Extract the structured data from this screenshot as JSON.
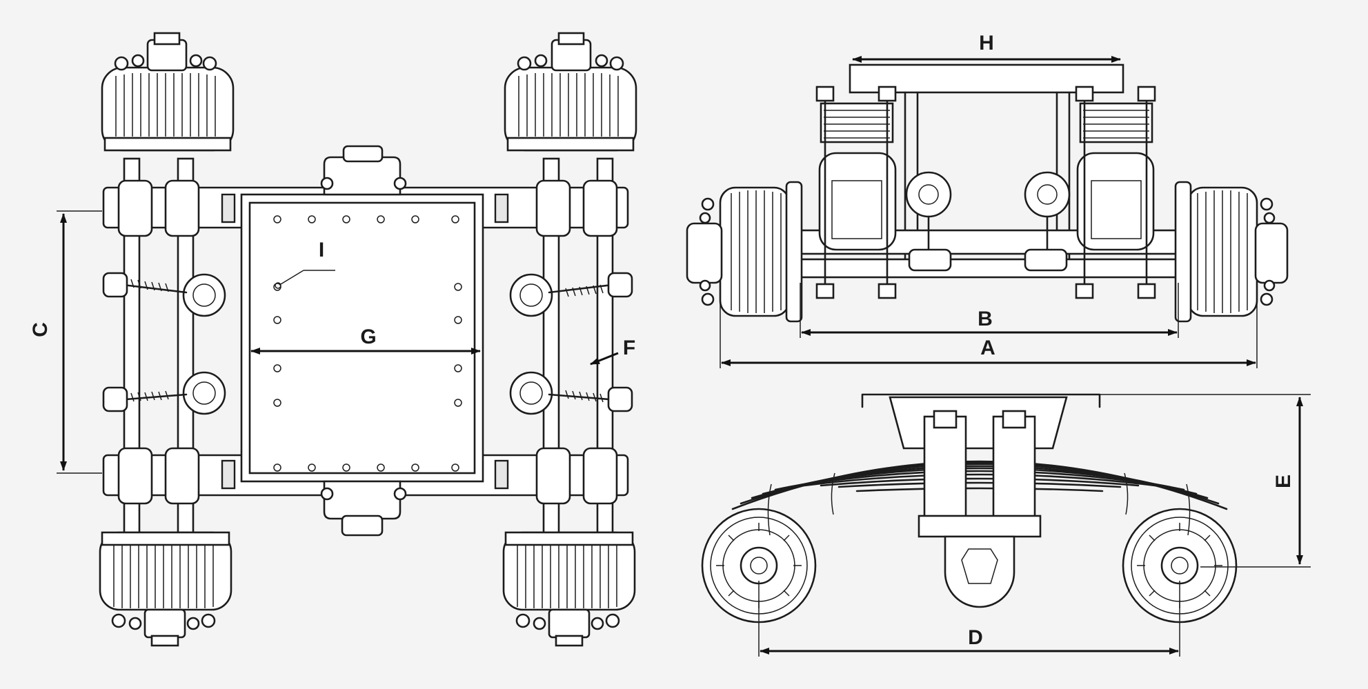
{
  "labels": {
    "A": "A",
    "B": "B",
    "C": "C",
    "D": "D",
    "E": "E",
    "F": "F",
    "G": "G",
    "H": "H",
    "I": "I"
  }
}
